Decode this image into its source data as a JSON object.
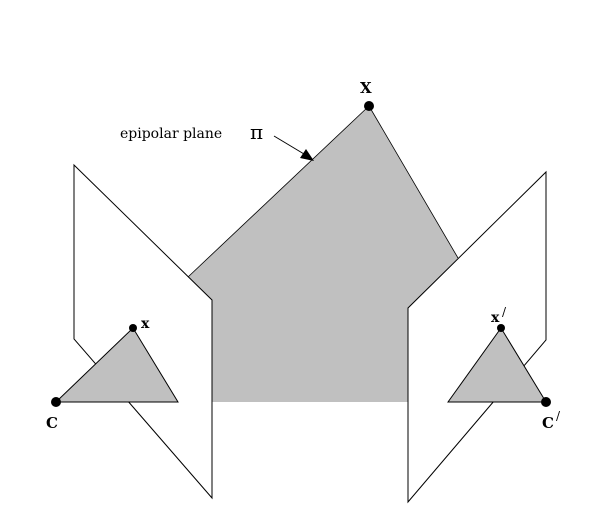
{
  "labels": {
    "plane": "epipolar plane",
    "pi": "π",
    "point_X": "X",
    "point_x": "x",
    "point_x_prime": "x",
    "prime_mark_x": "/",
    "camera_C": "C",
    "camera_C_prime": "C",
    "prime_mark_C": "/"
  },
  "colors": {
    "plane_fill": "#c0c0c0",
    "stroke": "#000000",
    "background": "#ffffff"
  }
}
